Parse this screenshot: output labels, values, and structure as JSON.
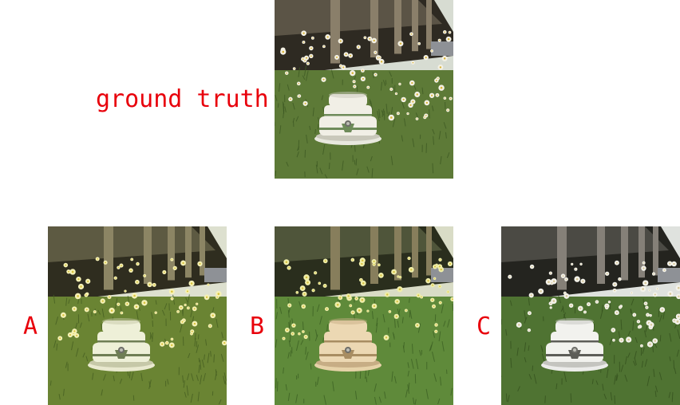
{
  "labels": {
    "ground_truth": "ground truth",
    "a": "A",
    "b": "B",
    "c": "C"
  },
  "colors": {
    "label": "#e8000b"
  },
  "panels": [
    {
      "id": "ground-truth",
      "sky": "#d7dcd2",
      "barn": "#5b5446",
      "barn_dark": "#2e2a22",
      "post": "#8a7f6a",
      "grass": "#5d7a37",
      "grass_dark": "#3f5a24",
      "flower": "#f4f1e4",
      "flower_center": "#d9b437",
      "cake": "#f1efe6",
      "cake_shadow": "#c9c8bb",
      "ribbon": "#6e8b5a",
      "plate": "#e8e8de"
    },
    {
      "id": "a",
      "sky": "#dde0cf",
      "barn": "#5d5a42",
      "barn_dark": "#2f2d1f",
      "post": "#8c8564",
      "grass": "#6a8433",
      "grass_dark": "#465f22",
      "flower": "#f5f1b6",
      "flower_center": "#d9c23a",
      "cake": "#eef0d8",
      "cake_shadow": "#c6c8a8",
      "ribbon": "#6f7e55",
      "plate": "#e9e9cf"
    },
    {
      "id": "b",
      "sky": "#d9dcc6",
      "barn": "#4f553a",
      "barn_dark": "#2a2e1d",
      "post": "#877e5c",
      "grass": "#5f8a3a",
      "grass_dark": "#3d6124",
      "flower": "#efeeaa",
      "flower_center": "#d6c03c",
      "cake": "#ecd8b3",
      "cake_shadow": "#c7ad85",
      "ribbon": "#a88d62",
      "plate": "#e6d2a8"
    },
    {
      "id": "c",
      "sky": "#dfe2de",
      "barn": "#4b4a44",
      "barn_dark": "#24241f",
      "post": "#858078",
      "grass": "#4f7332",
      "grass_dark": "#36521f",
      "flower": "#f3f2ea",
      "flower_center": "#d7c796",
      "cake": "#f2f2ee",
      "cake_shadow": "#c4c4bf",
      "ribbon": "#5d5d58",
      "plate": "#ececea"
    }
  ]
}
